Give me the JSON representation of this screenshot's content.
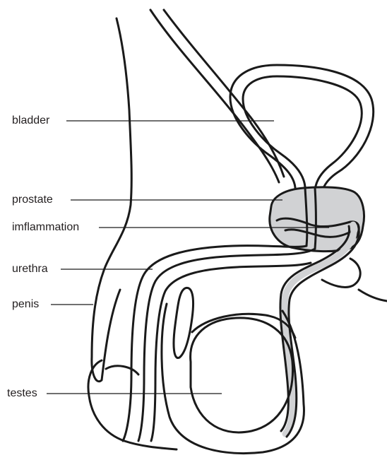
{
  "labels": {
    "bladder": "bladder",
    "prostate": "prostate",
    "inflammation": "imflammation",
    "urethra": "urethra",
    "penis": "penis",
    "testes": "testes"
  },
  "colors": {
    "line": "#1a1a1a",
    "prostate_fill": "#d1d2d4",
    "background": "#ffffff"
  }
}
